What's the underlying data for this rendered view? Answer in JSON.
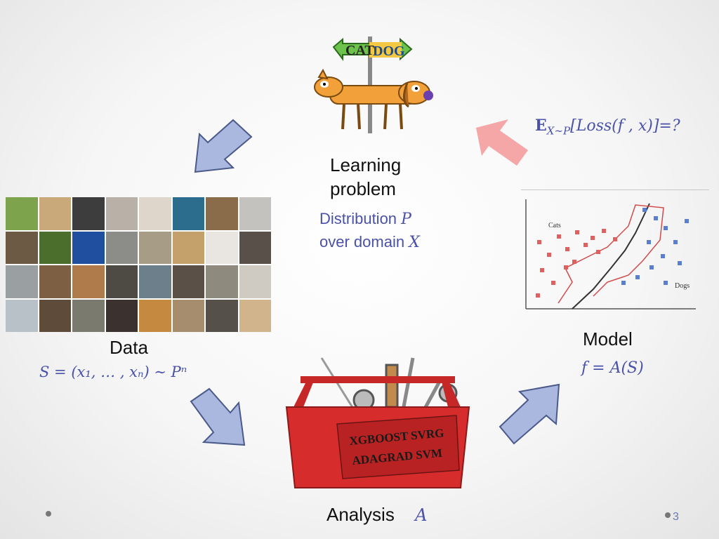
{
  "slide": {
    "number": "3",
    "learning": {
      "line1": "Learning",
      "line2": "problem"
    },
    "distribution": {
      "line1_text": "Distribution ",
      "line1_var": "P",
      "line2_text": "over domain ",
      "line2_var": "X"
    },
    "expectation": {
      "bold": "E",
      "sub": "X∼P",
      "body": "[Loss(f , x)]=?"
    },
    "data": {
      "label": "Data",
      "formula": "S = (x₁, … , xₙ) ∼ Pⁿ"
    },
    "model": {
      "label": "Model",
      "formula": "f = A(S)"
    },
    "analysis": {
      "label": "Analysis",
      "var": "A"
    },
    "catdog_sign": {
      "cat": "CAT",
      "dog": "DOG"
    },
    "toolbox_text": {
      "line1": "XGBOOST SVRG",
      "line2": "ADAGRAD SVM"
    },
    "scatter_labels": {
      "cats": "Cats",
      "dogs": "Dogs"
    }
  },
  "colors": {
    "arrow_blue": "#aab7df",
    "arrow_pink": "#f5a6a6",
    "math_blue": "#4a52a8",
    "toolbox_red": "#d72c2c"
  }
}
